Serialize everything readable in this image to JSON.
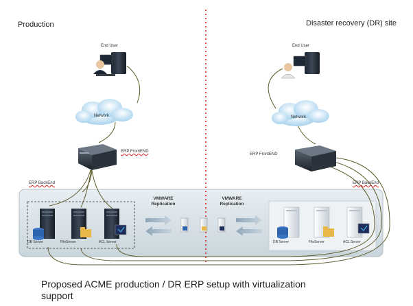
{
  "sites": {
    "production": "Production",
    "dr": "Disaster recovery (DR) site"
  },
  "left": {
    "end_user": "End User",
    "network": "Network",
    "frontend": "ERP FrontEND",
    "backend": "ERP BackEnd",
    "servers": [
      "DB Server",
      "FileServer",
      "ACL Server"
    ]
  },
  "right": {
    "end_user": "End User",
    "network": "Network",
    "frontend": "ERP FrontEND",
    "backend": "ERP BackEnd",
    "servers": [
      "DB Server",
      "FileServer",
      "ACL Server"
    ]
  },
  "replication": {
    "left_line1": "VMWARE",
    "left_line2": "Replication",
    "right_line1": "VMWARE",
    "right_line2": "Replication"
  },
  "caption": {
    "line1": "Proposed ACME production / DR ERP setup with virtualization",
    "line2": "support"
  }
}
